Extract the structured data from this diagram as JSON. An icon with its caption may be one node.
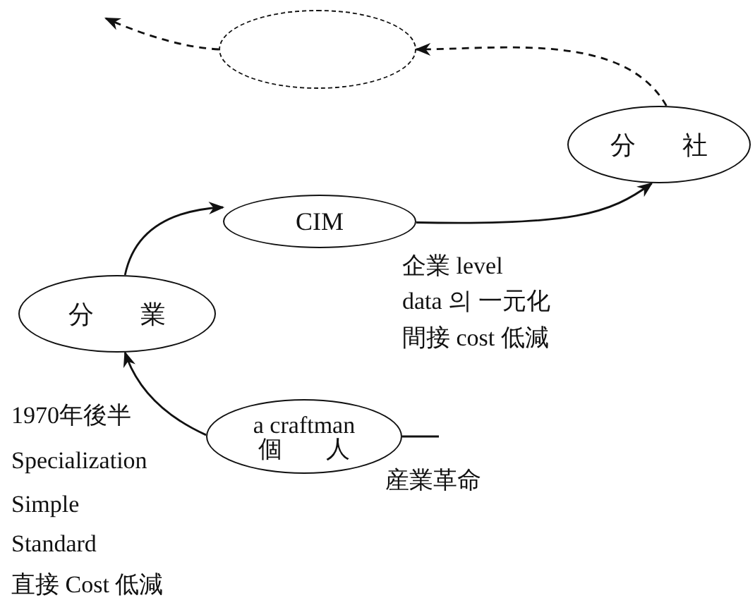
{
  "diagram": {
    "nodes": [
      {
        "text": [],
        "shape": "ellipse"
      },
      {
        "text": [
          "分 社"
        ]
      },
      {
        "text": [
          "CIM"
        ],
        "beside": [
          "企業 level",
          "data 의 一元化",
          "間接 cost 低減"
        ]
      },
      {
        "text": [
          "分 業"
        ]
      },
      {
        "text": [
          "a craftman",
          "個 人"
        ],
        "beside": [
          "産業革命"
        ]
      }
    ],
    "edges": [
      {
        "from": 4,
        "to": 3,
        "arrow": "to"
      },
      {
        "from": 3,
        "to": 2,
        "arrow": "to"
      },
      {
        "from": 2,
        "to": 1,
        "arrow": "to"
      },
      {
        "from": 1,
        "to": 0,
        "arrow": "to",
        "style": "dashed"
      },
      {
        "from": 0,
        "to": null,
        "arrow": "to",
        "style": "dashed"
      },
      {
        "from": 4,
        "to": null,
        "arrow": "none"
      }
    ],
    "labels": [
      "1970年後半",
      "Specialization",
      "Simple",
      "Standard",
      "直接 Cost 低減"
    ]
  }
}
